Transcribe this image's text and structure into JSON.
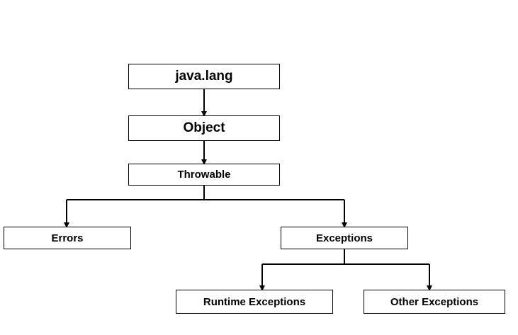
{
  "diagram": {
    "nodes": {
      "java_lang": "java.lang",
      "object": "Object",
      "throwable": "Throwable",
      "errors": "Errors",
      "exceptions": "Exceptions",
      "runtime_exceptions": "Runtime Exceptions",
      "other_exceptions": "Other Exceptions"
    },
    "edges": [
      {
        "from": "java.lang",
        "to": "Object"
      },
      {
        "from": "Object",
        "to": "Throwable"
      },
      {
        "from": "Throwable",
        "to": "Errors"
      },
      {
        "from": "Throwable",
        "to": "Exceptions"
      },
      {
        "from": "Exceptions",
        "to": "Runtime Exceptions"
      },
      {
        "from": "Exceptions",
        "to": "Other Exceptions"
      }
    ],
    "colors": {
      "line": "#000000",
      "box_border": "#000000",
      "background": "#ffffff"
    }
  }
}
